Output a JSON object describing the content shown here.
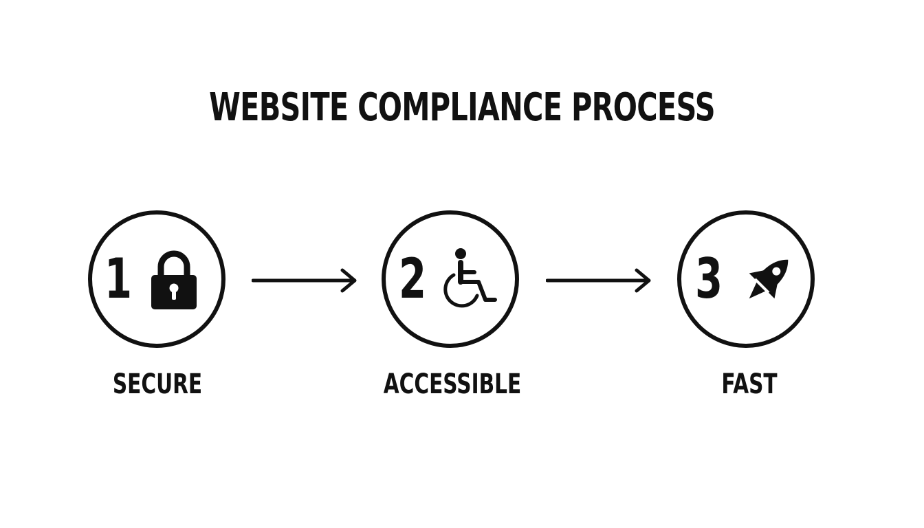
{
  "title": "WEBSITE COMPLIANCE PROCESS",
  "steps": [
    {
      "number": "1",
      "label": "SECURE",
      "icon": "padlock-icon"
    },
    {
      "number": "2",
      "label": "ACCESSIBLE",
      "icon": "wheelchair-icon"
    },
    {
      "number": "3",
      "label": "FAST",
      "icon": "rocket-icon"
    }
  ],
  "colors": {
    "ink": "#111111",
    "background": "#ffffff"
  }
}
